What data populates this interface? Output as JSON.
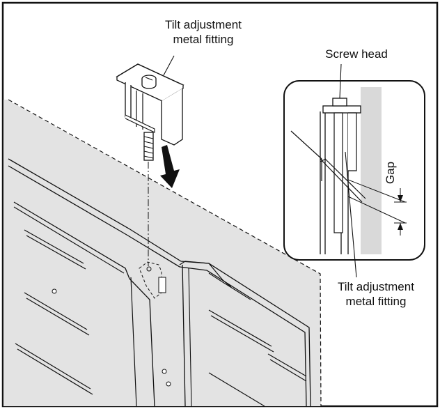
{
  "labels": {
    "tilt_fitting_top_line1": "Tilt adjustment",
    "tilt_fitting_top_line2": "metal fitting",
    "screw_head": "Screw head",
    "gap": "Gap",
    "tilt_fitting_bottom_line1": "Tilt adjustment",
    "tilt_fitting_bottom_line2": "metal fitting"
  },
  "colors": {
    "panel_fill": "#e3e3e3",
    "inset_gray_strip": "#d9d9d9",
    "line": "#111111",
    "arrow": "#111111"
  }
}
